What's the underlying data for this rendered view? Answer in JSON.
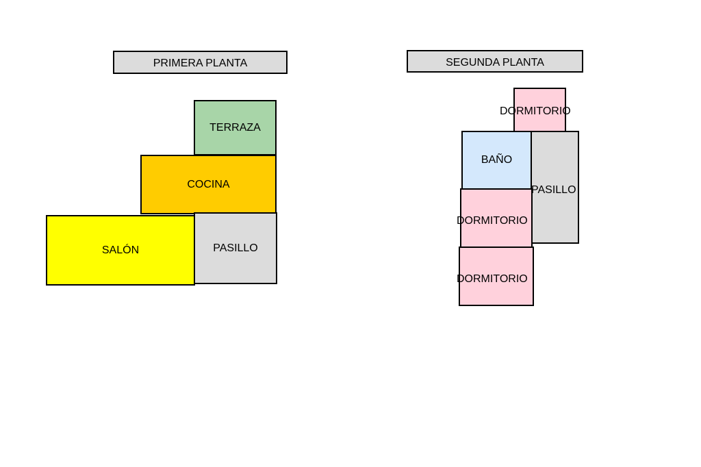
{
  "colors": {
    "title_fill": "#dcdcdc",
    "terraza": "#a8d5a8",
    "cocina": "#ffcc00",
    "salon": "#ffff00",
    "pasillo": "#dcdcdc",
    "bano": "#d4e8fc",
    "dormitorio": "#ffd1dc",
    "border": "#000000"
  },
  "primera_planta": {
    "title": "PRIMERA PLANTA",
    "rooms": {
      "terraza": "TERRAZA",
      "cocina": "COCINA",
      "salon": "SALÓN",
      "pasillo": "PASILLO"
    }
  },
  "segunda_planta": {
    "title": "SEGUNDA PLANTA",
    "rooms": {
      "dormitorio_top": "DORMITORIO",
      "pasillo": "PASILLO",
      "bano": "BAÑO",
      "dormitorio_mid": "DORMITORIO",
      "dormitorio_bot": "DORMITORIO"
    }
  }
}
